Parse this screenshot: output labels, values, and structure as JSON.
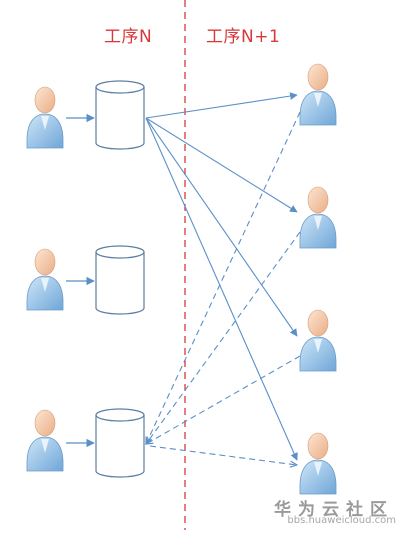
{
  "labels": {
    "stage_n": "工序N",
    "stage_n1": "工序N+1"
  },
  "watermark": {
    "site_name": "华为云社区",
    "site_url": "bbs.huaweicloud.com"
  },
  "colors": {
    "divider": "#d9383a",
    "arrow": "#5b8fc9",
    "label": "#d9383a"
  }
}
